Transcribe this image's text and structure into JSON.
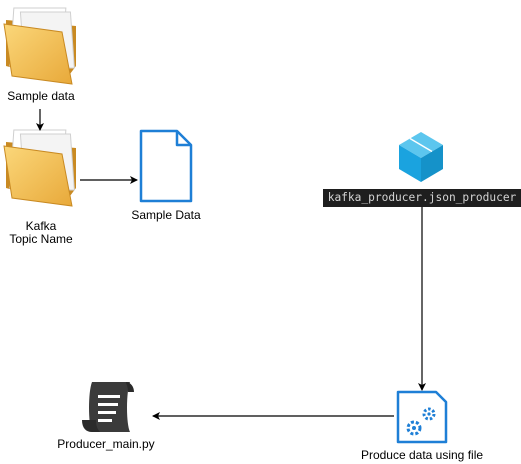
{
  "nodes": {
    "sample_data_folder": {
      "label": "Sample data",
      "icon": "folder-icon"
    },
    "kafka_folder": {
      "label_line1": "Kafka",
      "label_line2": "Topic Name",
      "icon": "folder-icon"
    },
    "sample_data_file": {
      "label": "Sample Data",
      "icon": "document-icon"
    },
    "json_producer": {
      "label": "kafka_producer.json_producer",
      "icon": "package-cube-icon"
    },
    "produce_file": {
      "label": "Produce data using file",
      "icon": "gear-document-icon"
    },
    "producer_main": {
      "label": "Producer_main.py",
      "icon": "script-scroll-icon"
    }
  },
  "colors": {
    "folder_body": "#f7c55a",
    "folder_dark": "#d99a2b",
    "document_stroke": "#1e7fd6",
    "cube_blue": "#1aa3df",
    "script_dark": "#3b3b3b",
    "code_bg": "#1e1e1e",
    "code_text": "#d4d4d4",
    "edge": "#000000"
  }
}
